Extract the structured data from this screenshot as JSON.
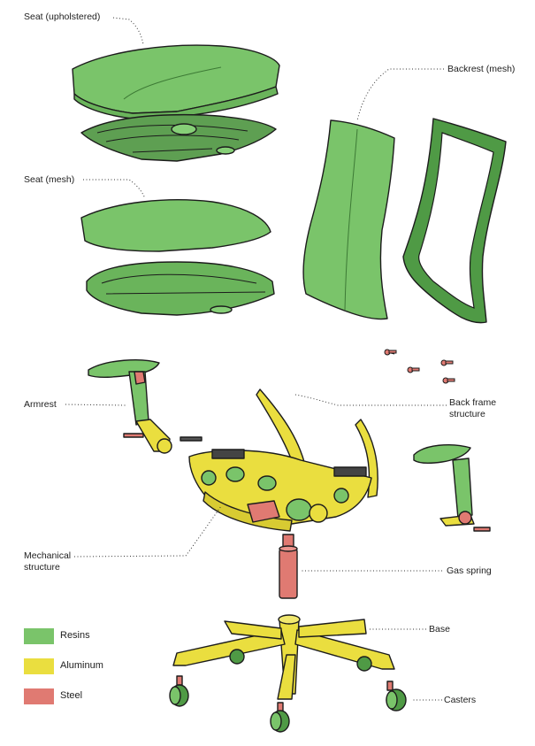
{
  "labels": {
    "seat_upholstered": "Seat (upholstered)",
    "seat_mesh": "Seat (mesh)",
    "backrest_mesh": "Backrest (mesh)",
    "armrest": "Armrest",
    "back_frame_line1": "Back frame",
    "back_frame_line2": "structure",
    "mechanical_line1": "Mechanical",
    "mechanical_line2": "structure",
    "gas_spring": "Gas spring",
    "base": "Base",
    "casters": "Casters"
  },
  "legend": [
    {
      "label": "Resins",
      "color": "#7ac46a"
    },
    {
      "label": "Aluminum",
      "color": "#eade3f"
    },
    {
      "label": "Steel",
      "color": "#e07a72"
    }
  ],
  "colors": {
    "resin": "#7ac46a",
    "resin_dark": "#4f9a45",
    "aluminum": "#eade3f",
    "aluminum_dark": "#c8b92a",
    "steel": "#e07a72",
    "outline": "#1c1c1c"
  }
}
